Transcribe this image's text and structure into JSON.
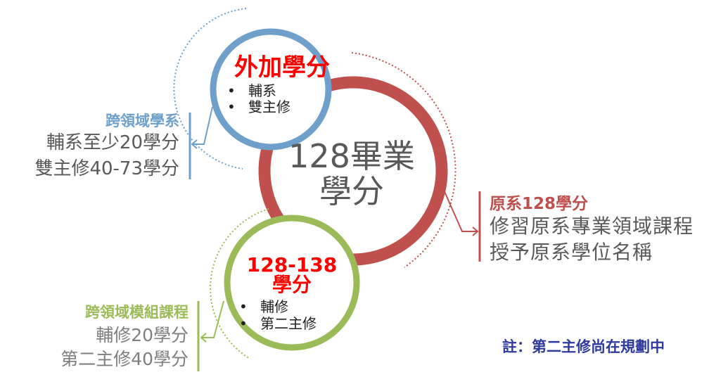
{
  "colors": {
    "main_ring": "#c0504d",
    "top_ring": "#6fa0cc",
    "bottom_ring": "#9bbb59",
    "emphasis": "#ff0000",
    "body_text": "#595959",
    "note": "#2e3a9e"
  },
  "center": {
    "line1": "128畢業",
    "line2": "學分"
  },
  "top_circle": {
    "title": "外加學分",
    "items": [
      "輔系",
      "雙主修"
    ]
  },
  "bottom_circle": {
    "title_line1": "128-138",
    "title_line2": "學分",
    "items": [
      "輔修",
      "第二主修"
    ]
  },
  "left_top_callout": {
    "heading": "跨領域學系",
    "lines": [
      "輔系至少20學分",
      "雙主修40-73學分"
    ]
  },
  "right_callout": {
    "heading": "原系128學分",
    "lines": [
      "修習原系專業領域課程",
      "授予原系學位名稱"
    ]
  },
  "left_bottom_callout": {
    "heading": "跨領域模組課程",
    "lines": [
      "輔修20學分",
      "第二主修40學分"
    ]
  },
  "footnote": "註：第二主修尚在規劃中",
  "bullet_glyph": "•"
}
